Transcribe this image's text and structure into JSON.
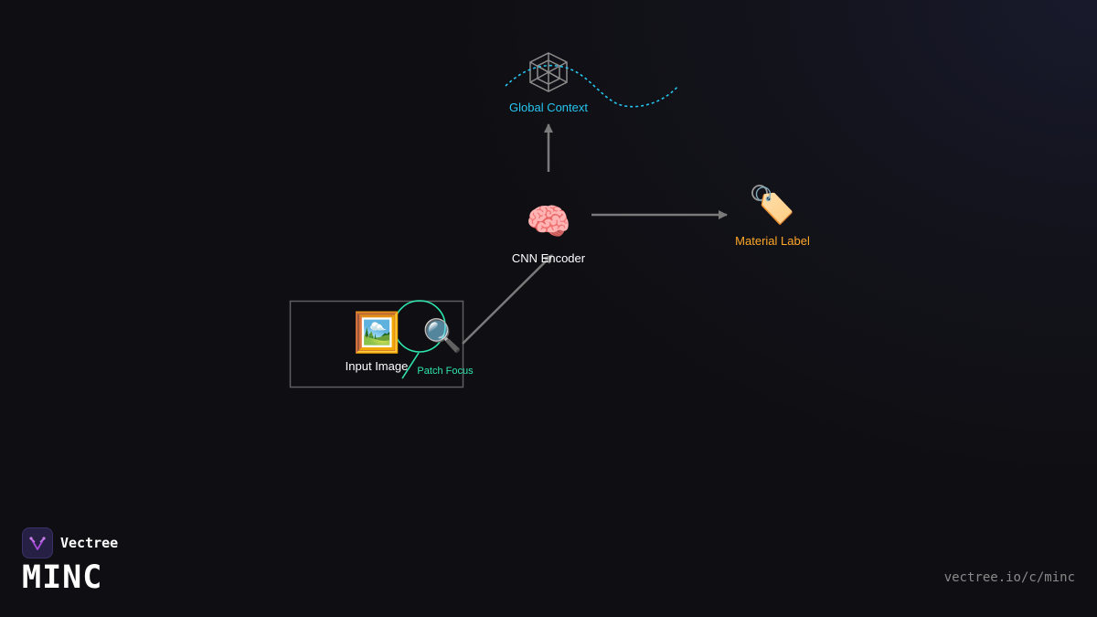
{
  "diagram": {
    "nodes": {
      "global_context": {
        "label": "Global Context",
        "icon": "network-icon"
      },
      "cnn_encoder": {
        "label": "CNN Encoder",
        "icon": "brain-icon",
        "glyph": "🧠"
      },
      "material_label": {
        "label": "Material Label",
        "icon": "tag-icon",
        "glyph": "🏷️"
      },
      "input_image": {
        "label": "Input Image",
        "icon": "framed-picture-icon",
        "glyph": "🖼️"
      },
      "patch_focus": {
        "label": "Patch Focus",
        "icon": "magnifier-icon",
        "glyph": "🔍"
      }
    },
    "edges": [
      {
        "from": "input_image",
        "to": "cnn_encoder"
      },
      {
        "from": "cnn_encoder",
        "to": "global_context"
      },
      {
        "from": "cnn_encoder",
        "to": "material_label"
      }
    ]
  },
  "brand": {
    "name": "Vectree",
    "logo_icon": "vectree-logo-icon",
    "title": "MINC",
    "url": "vectree.io/c/minc"
  },
  "colors": {
    "background": "#0f0f13",
    "cyan": "#26c6f0",
    "teal": "#2ee6b0",
    "orange": "#ffa726",
    "white": "#ffffff",
    "gray": "#777777",
    "url_gray": "#8a8a8a",
    "logo_purple": "#a64bd6"
  }
}
